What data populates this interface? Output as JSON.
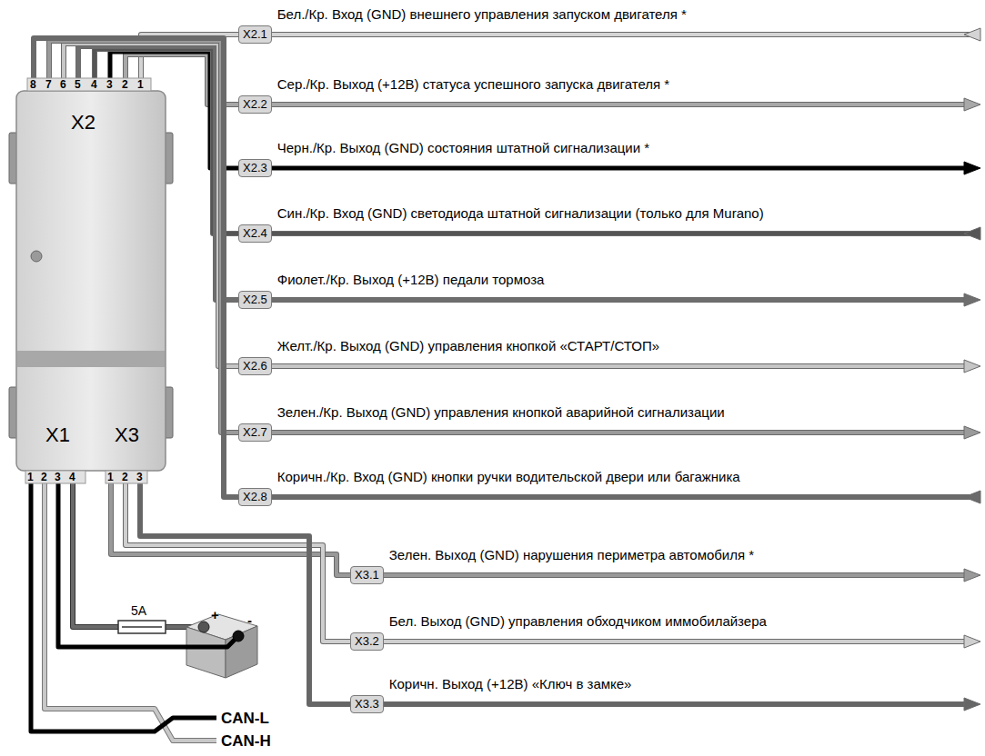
{
  "diagram": {
    "nodes": [
      {
        "text": [
          "X2",
          "X1",
          "X3"
        ]
      },
      {
        "text": [
          "X2.1"
        ]
      },
      {
        "text": [
          "X2.2"
        ]
      },
      {
        "text": [
          "X2.3"
        ]
      },
      {
        "text": [
          "X2.4"
        ]
      },
      {
        "text": [
          "X2.5"
        ]
      },
      {
        "text": [
          "X2.6"
        ]
      },
      {
        "text": [
          "X2.7"
        ]
      },
      {
        "text": [
          "X2.8"
        ]
      },
      {
        "text": [
          "X3.1"
        ]
      },
      {
        "text": [
          "X3.2"
        ]
      },
      {
        "text": [
          "X3.3"
        ]
      }
    ],
    "edges": [
      {
        "from": 0,
        "to": 1,
        "arrow": "none"
      },
      {
        "from": 0,
        "to": 2,
        "arrow": "none"
      },
      {
        "from": 0,
        "to": 3,
        "arrow": "none"
      },
      {
        "from": 0,
        "to": 4,
        "arrow": "none"
      },
      {
        "from": 0,
        "to": 5,
        "arrow": "none"
      },
      {
        "from": 0,
        "to": 6,
        "arrow": "none"
      },
      {
        "from": 0,
        "to": 7,
        "arrow": "none"
      },
      {
        "from": 0,
        "to": 8,
        "arrow": "none"
      },
      {
        "from": 0,
        "to": 9,
        "arrow": "none"
      },
      {
        "from": 0,
        "to": 10,
        "arrow": "none"
      },
      {
        "from": 0,
        "to": 11,
        "arrow": "none"
      }
    ],
    "labels": [
      "Бел./Кр. Вход (GND) внешнего управления запуском двигателя *",
      "Сер./Кр. Выход (+12В) статуса успешного запуска двигателя *",
      "Черн./Кр. Выход (GND) состояния штатной сигнализации *",
      "Син./Кр. Вход (GND) светодиода штатной сигнализации (только для Murano)",
      "Фиолет./Кр. Выход (+12В) педали тормоза",
      "Желт./Кр. Выход (GND) управления кнопкой «СТАРТ/СТОП»",
      "Зелен./Кр. Выход (GND) управления кнопкой аварийной сигнализации",
      "Коричн./Кр. Вход (GND) кнопки ручки водительской двери или багажника",
      "Зелен. Выход (GND) нарушения периметра автомобиля *",
      "Бел. Выход (GND) управления обходчиком иммобилайзера",
      "Коричн. Выход (+12В) «Ключ в замке»",
      "8",
      "7",
      "6",
      "5",
      "4",
      "3",
      "2",
      "1",
      "1",
      "2",
      "3",
      "4",
      "1",
      "2",
      "3",
      "5A",
      "+",
      "-",
      "CAN-L",
      "CAN-H"
    ]
  }
}
